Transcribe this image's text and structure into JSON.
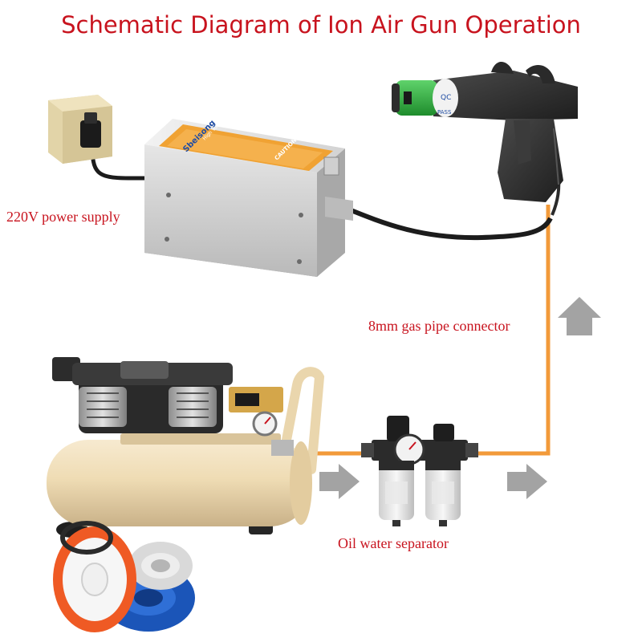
{
  "title": "Schematic Diagram of Ion Air Gun Operation",
  "labels": {
    "power_supply": "220V power supply",
    "gas_pipe": "8mm gas pipe connector",
    "separator": "Oil water separator"
  },
  "generator_panel": {
    "brand": "Sbeisong",
    "heading": "High Voltage Generator",
    "caution": "CAUTION"
  },
  "gun_badges": {
    "qc": "QC",
    "pass": "PASS"
  },
  "colors": {
    "title_red": "#c8131e",
    "pipe_orange": "#f29a3a",
    "cable_black": "#1c1c1c",
    "arrow_gray": "#9a9a9a",
    "tank_cream": "#efdcb4"
  }
}
